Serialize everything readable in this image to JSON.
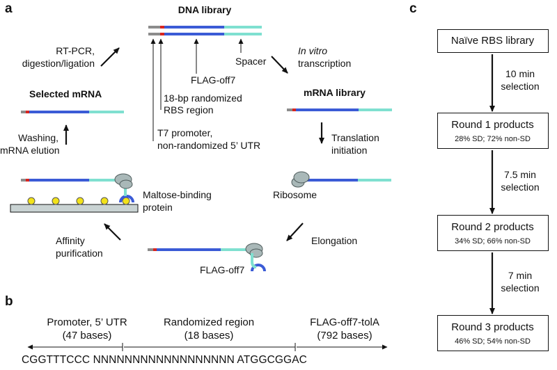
{
  "panels": {
    "a": "a",
    "b": "b",
    "c": "c"
  },
  "panel_a": {
    "dna_library_title": "DNA library",
    "mrna_library_title": "mRNA library",
    "selected_mrna_title": "Selected mRNA",
    "spacer_label": "Spacer",
    "flag_label": "FLAG-off7",
    "rbs_label_line1": "18-bp randomized",
    "rbs_label_line2": "RBS region",
    "t7_label_line1": "T7 promoter,",
    "t7_label_line2": "non-randomized 5’ UTR",
    "rtpcr_line1": "RT-PCR,",
    "rtpcr_line2": "digestion/ligation",
    "in_vitro_line1": "In vitro",
    "in_vitro_line2": "transcription",
    "translation_line1": "Translation",
    "translation_line2": "initiation",
    "washing_line1": "Washing,",
    "washing_line2": "mRNA elution",
    "mbp_line1": "Maltose-binding",
    "mbp_line2": "protein",
    "ribosome_label": "Ribosome",
    "affinity_line1": "Affinity",
    "affinity_line2": "purification",
    "elongation_label": "Elongation",
    "flag_bottom_label": "FLAG-off7"
  },
  "panel_b": {
    "promoter_line1": "Promoter, 5’ UTR",
    "promoter_line2": "(47 bases)",
    "random_line1": "Randomized region",
    "random_line2": "(18 bases)",
    "flag_line1": "FLAG-off7-tolA",
    "flag_line2": "(792 bases)",
    "sequence": "CGGTTTCCC NNNNNNNNNNNNNNNNNN ATGGCGGAC"
  },
  "panel_c": {
    "boxes": [
      {
        "title": "Naïve RBS library",
        "sub": ""
      },
      {
        "title": "Round 1 products",
        "sub": "28% SD; 72% non-SD"
      },
      {
        "title": "Round 2 products",
        "sub": "34% SD; 66% non-SD"
      },
      {
        "title": "Round 3 products",
        "sub": "46% SD; 54% non-SD"
      }
    ],
    "steps": [
      {
        "line1": "10 min",
        "line2": "selection"
      },
      {
        "line1": "7.5 min",
        "line2": "selection"
      },
      {
        "line1": "7 min",
        "line2": "selection"
      }
    ]
  },
  "colors": {
    "blue": "#3b5bd6",
    "cyan": "#7fe0d0",
    "red": "#d8251f",
    "gray": "#8c8c8c",
    "yellow": "#f2e21a",
    "ribosome": "#a9b8b8",
    "platform": "#c9d3d3"
  }
}
